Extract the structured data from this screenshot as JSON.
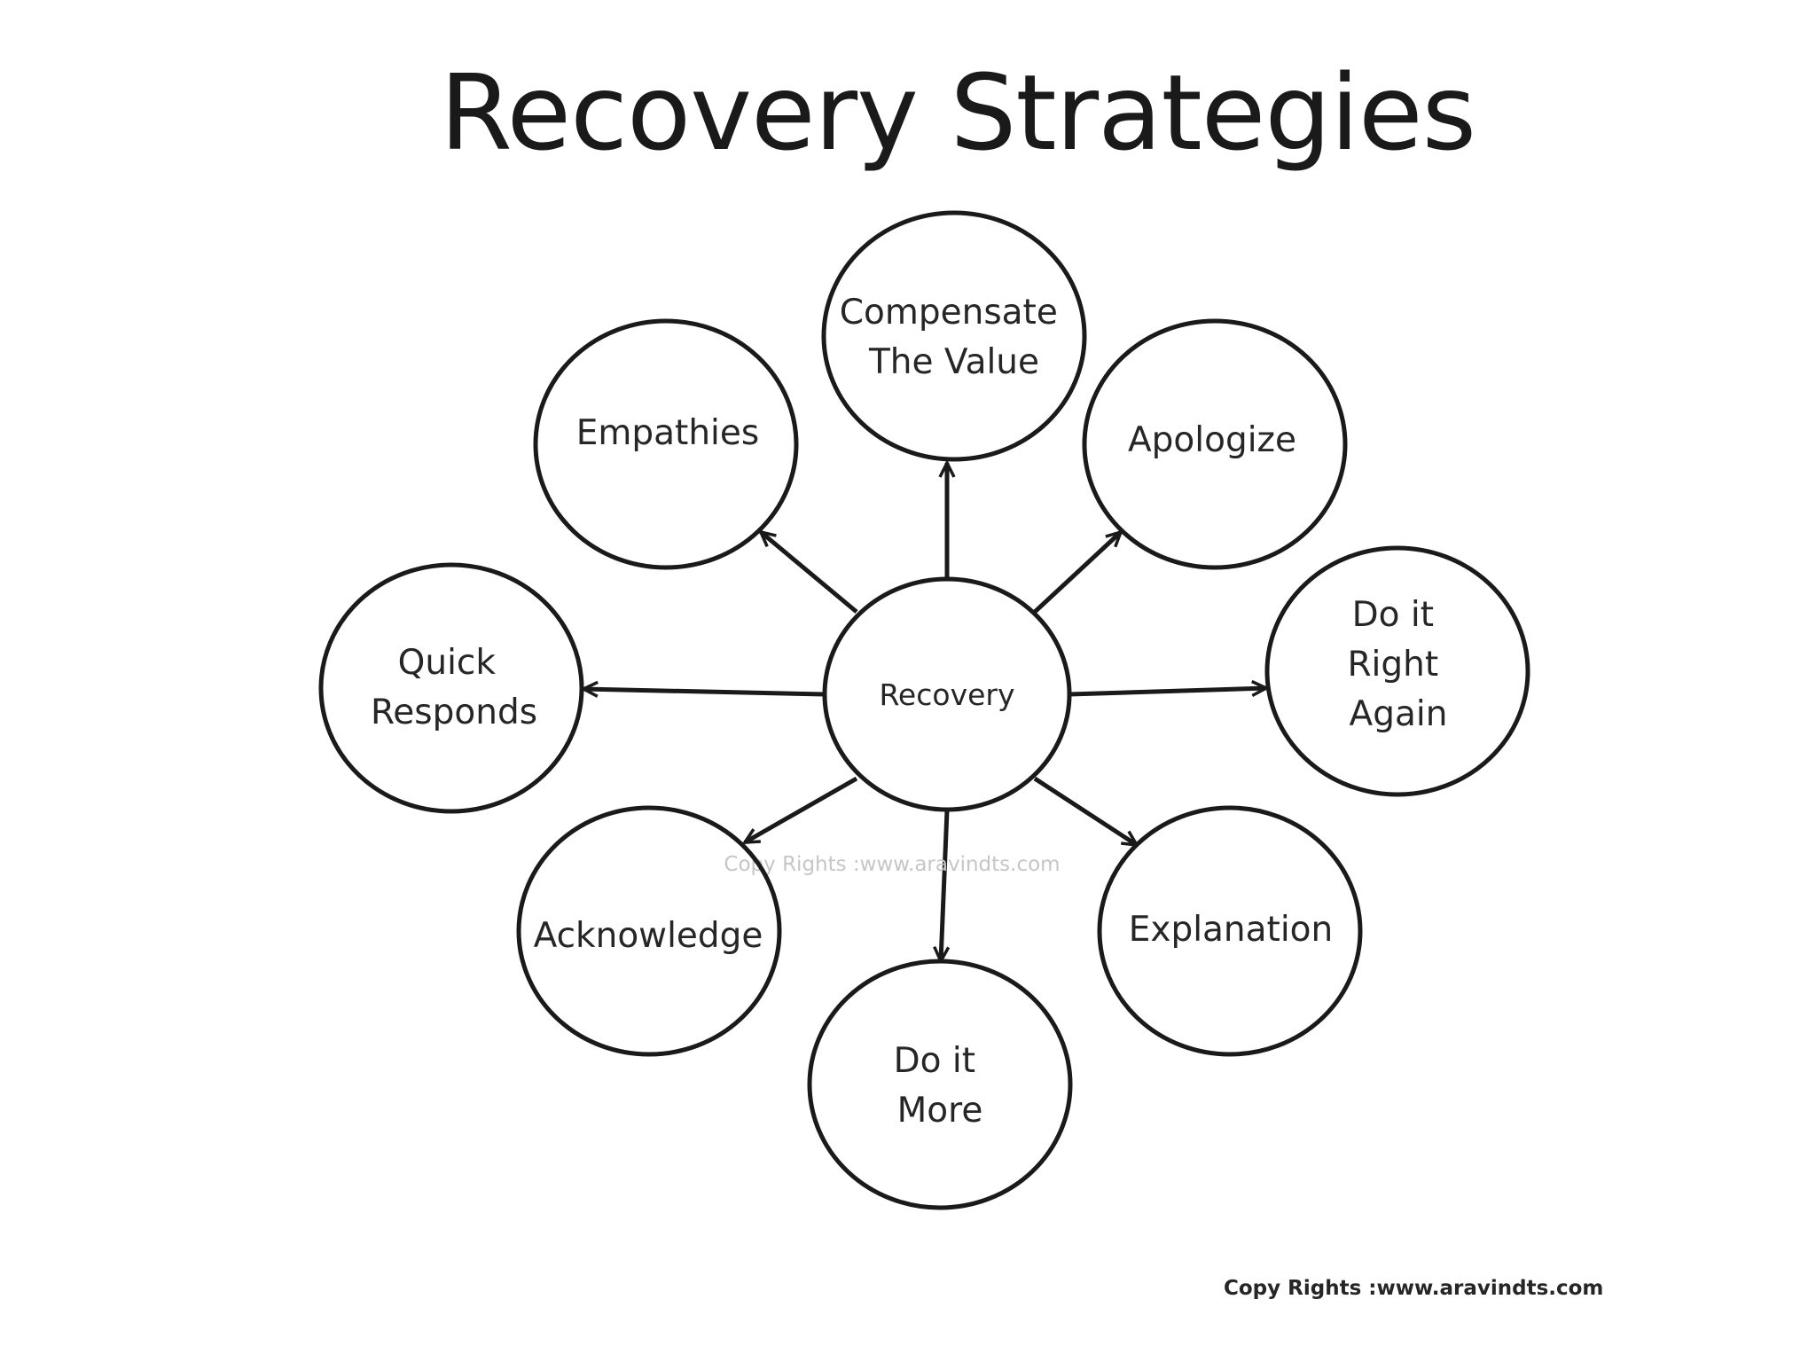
{
  "title": "Recovery Strategies",
  "center": {
    "label": "Recovery"
  },
  "nodes": [
    {
      "id": "compensate",
      "lines": [
        "Compensate",
        "The Value"
      ]
    },
    {
      "id": "empathies",
      "lines": [
        "Empathies"
      ]
    },
    {
      "id": "apologize",
      "lines": [
        "Apologize"
      ]
    },
    {
      "id": "quick-responds",
      "lines": [
        "Quick",
        "Responds"
      ]
    },
    {
      "id": "do-it-right-again",
      "lines": [
        "Do it",
        "Right",
        "Again"
      ]
    },
    {
      "id": "acknowledge",
      "lines": [
        "Acknowledge"
      ]
    },
    {
      "id": "explanation",
      "lines": [
        "Explanation"
      ]
    },
    {
      "id": "do-it-more",
      "lines": [
        "Do it",
        "More"
      ]
    }
  ],
  "watermark": "Copy Rights :www.aravindts.com",
  "footer": "Copy Rights :www.aravindts.com"
}
